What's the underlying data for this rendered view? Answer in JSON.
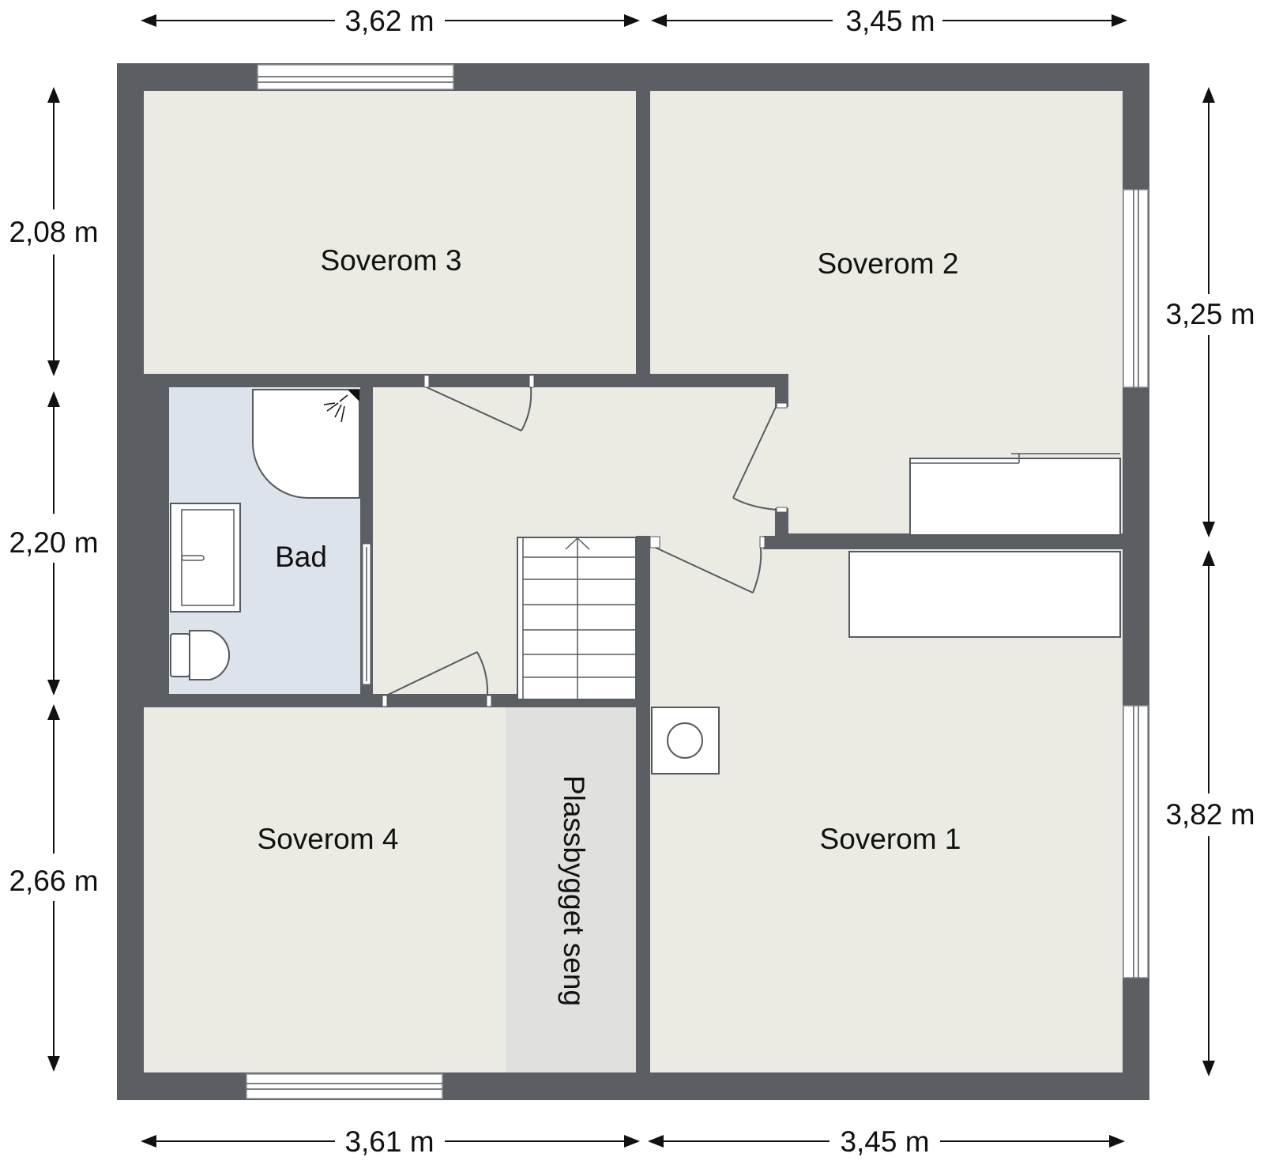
{
  "floorplan": {
    "colors": {
      "wall": "#5b5e62",
      "room_floor": "#ebebe4",
      "bathroom_floor": "#dde3eb",
      "built_in_bed": "#e0e0df",
      "window": "#ffffff",
      "dimension_ink": "#111111"
    },
    "rooms": {
      "soverom3": "Soverom 3",
      "soverom2": "Soverom 2",
      "bad": "Bad",
      "soverom4": "Soverom 4",
      "soverom1": "Soverom 1",
      "plassbygget": "Plassbygget seng"
    },
    "dimensions": {
      "top_left": "3,62 m",
      "top_right": "3,45 m",
      "bottom_left": "3,61 m",
      "bottom_right": "3,45 m",
      "left_top": "2,08 m",
      "left_middle": "2,20 m",
      "left_bottom": "2,66 m",
      "right_top": "3,25 m",
      "right_bottom": "3,82 m"
    },
    "icons": [
      "shower-icon",
      "sink-icon",
      "toilet-icon",
      "stairs-icon",
      "chimney-icon",
      "door-swing-icon",
      "window-icon",
      "dimension-arrow-icon"
    ]
  }
}
